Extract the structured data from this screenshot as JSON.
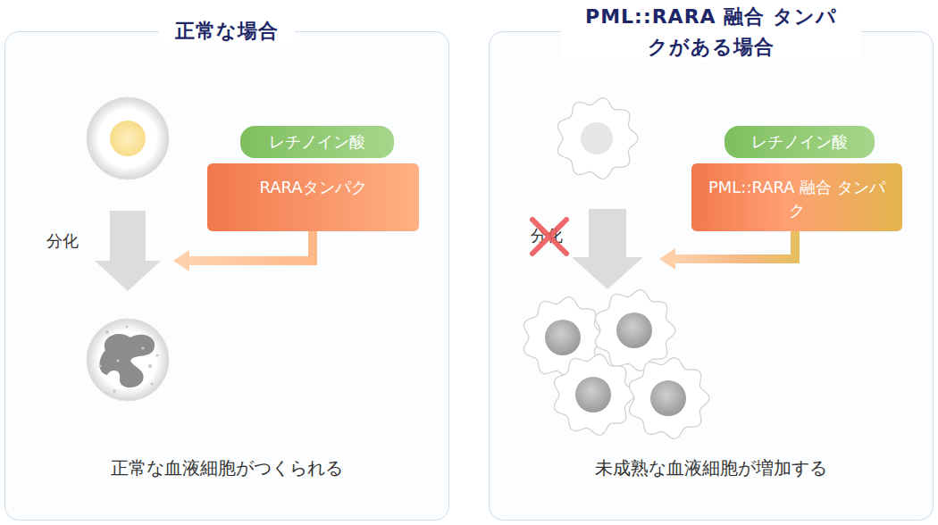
{
  "diagram": {
    "nodes": [
      {
        "text": [
          "正常な場合",
          "正常な血液細胞がつくられる"
        ]
      },
      {
        "text": [
          "レチノイン酸"
        ],
        "in": 0
      },
      {
        "text": [
          "RARAタンパク"
        ],
        "in": 0
      },
      {
        "text": [
          "PML::RARA 融合 タンパクがある場合",
          "未成熟な血液細胞が増加する"
        ]
      },
      {
        "text": [
          "レチノイン酸"
        ],
        "in": 3
      },
      {
        "text": [
          "PML::RARA 融合 タンパク"
        ],
        "in": 3
      }
    ],
    "labels": [
      "分化",
      "分化"
    ]
  }
}
